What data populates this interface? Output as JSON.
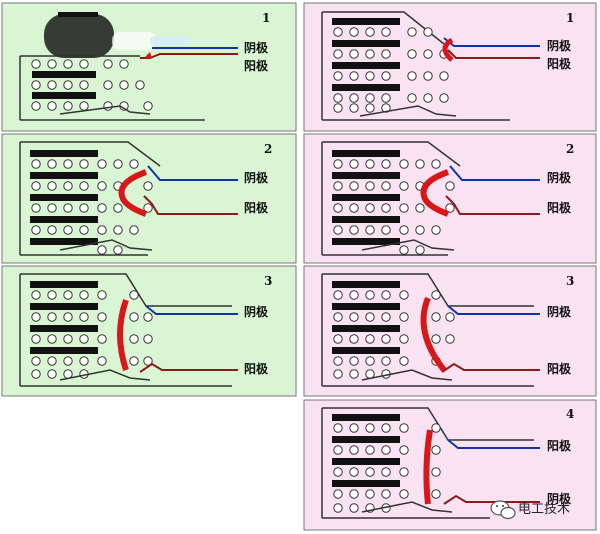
{
  "labels": {
    "cathode": "阴极",
    "anode": "阳极"
  },
  "panels": [
    {
      "id": "left-1",
      "number": "1",
      "theme": "green"
    },
    {
      "id": "left-2",
      "number": "2",
      "theme": "green"
    },
    {
      "id": "left-3",
      "number": "3",
      "theme": "green"
    },
    {
      "id": "right-1",
      "number": "1",
      "theme": "pink"
    },
    {
      "id": "right-2",
      "number": "2",
      "theme": "pink"
    },
    {
      "id": "right-3",
      "number": "3",
      "theme": "pink"
    },
    {
      "id": "right-4",
      "number": "4",
      "theme": "pink"
    }
  ],
  "watermark": {
    "text": "电工技术",
    "icon": "wechat-icon"
  },
  "colors": {
    "green_bg": "#d9f5d4",
    "pink_bg": "#f9e3f3",
    "cathode_wire": "#1133aa",
    "anode_wire": "#8b1a1a",
    "arc": "#d81818",
    "outline": "#333333"
  }
}
